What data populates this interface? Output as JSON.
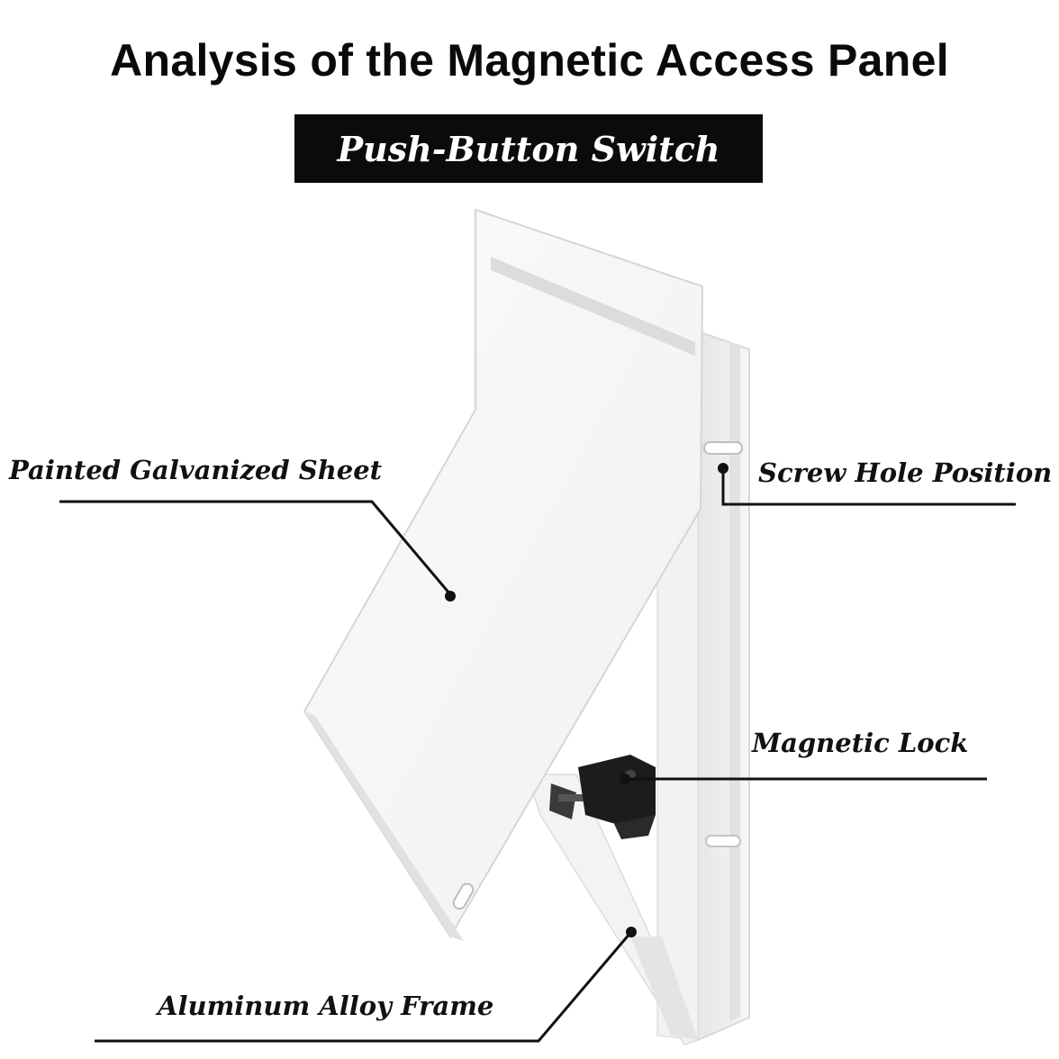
{
  "title": "Analysis of the Magnetic Access Panel",
  "subtitle": "Push-Button Switch",
  "callouts": {
    "painted_sheet": "Painted Galvanized Sheet",
    "screw_hole": "Screw Hole Position",
    "magnetic_lock": "Magnetic Lock",
    "aluminum_frame": "Aluminum Alloy Frame"
  },
  "colors": {
    "panel": "#f7f7f7",
    "frame": "#eeeeee",
    "shadow": "#d4d4d4",
    "leader": "#111111",
    "lock": "#1c1c1c"
  }
}
